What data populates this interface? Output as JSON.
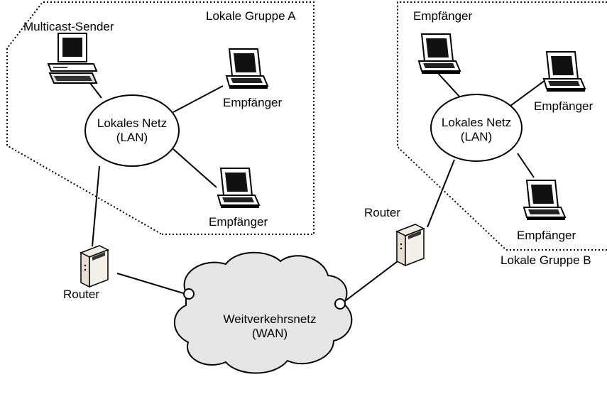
{
  "groups": {
    "a_label": "Lokale Gruppe A",
    "b_label": "Lokale Gruppe B"
  },
  "lan_a": {
    "line1": "Lokales Netz",
    "line2": "(LAN)"
  },
  "lan_b": {
    "line1": "Lokales Netz",
    "line2": "(LAN)"
  },
  "wan": {
    "line1": "Weitverkehrsnetz",
    "line2": "(WAN)"
  },
  "sender": {
    "label": "Multicast-Sender",
    "icon": "desktop-computer-icon"
  },
  "receivers": {
    "a1": "Empfänger",
    "a2": "Empfänger",
    "b1": "Empfänger",
    "b2": "Empfänger",
    "b3": "Empfänger",
    "icon": "laptop-icon"
  },
  "routers": {
    "left": "Router",
    "right": "Router",
    "icon": "router-icon"
  },
  "colors": {
    "cloud_fill": "#e6e6e6",
    "line": "#000000",
    "background": "#ffffff"
  }
}
